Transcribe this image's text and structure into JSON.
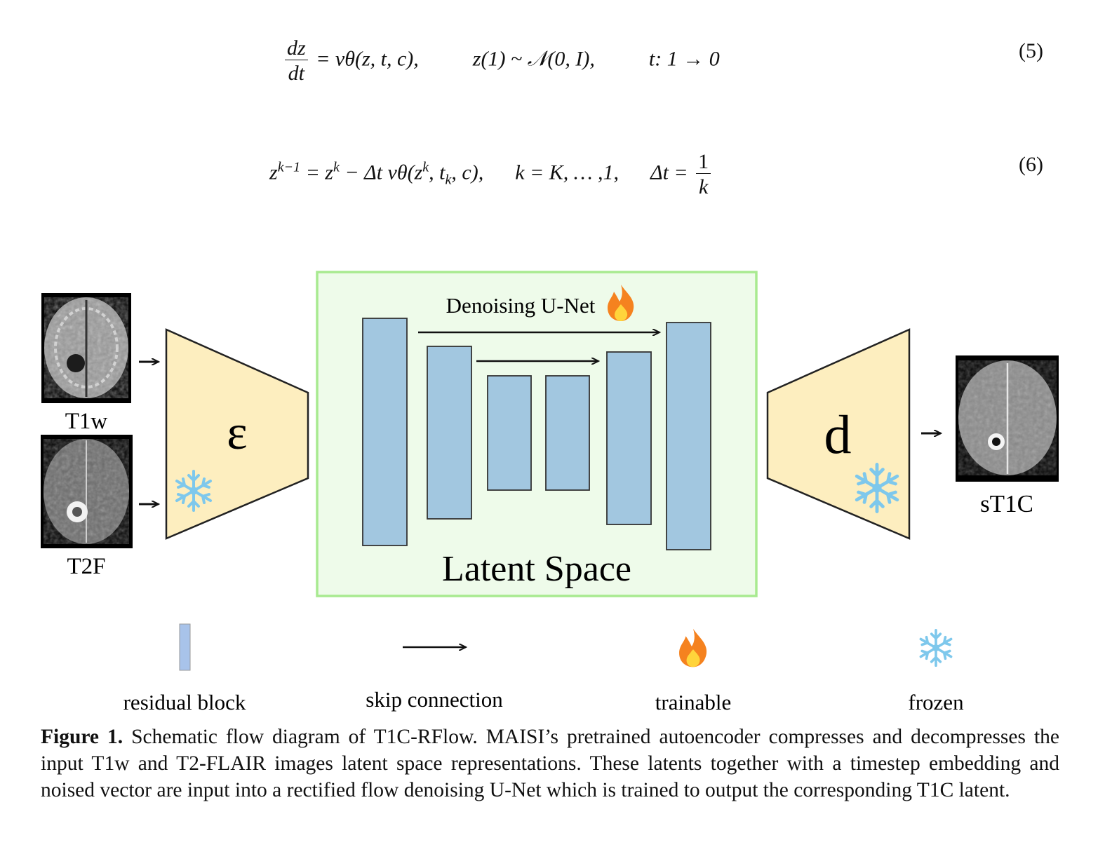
{
  "equations": {
    "eq5": {
      "frac_num": "dz",
      "frac_den": "dt",
      "rhs": "= vθ(z, t, c),",
      "init": "z(1) ~ 𝒩(0, I),",
      "time": "t: 1 → 0",
      "number": "(5)"
    },
    "eq6": {
      "lhs": "z",
      "lhs_sup": "k−1",
      "rhs_a": "= z",
      "rhs_a_sup": "k",
      "rhs_b": " − Δt vθ(z",
      "rhs_b_sup": "k",
      "rhs_c": ", t",
      "rhs_c_sub": "k",
      "rhs_d": ", c),",
      "range": "k = K, … ,1,",
      "dt": "Δt =",
      "frac_num": "1",
      "frac_den": "k",
      "number": "(6)"
    }
  },
  "diagram": {
    "inputs": [
      {
        "label": "T1w"
      },
      {
        "label": "T2F"
      }
    ],
    "encoder_symbol": "ε",
    "decoder_symbol": "d",
    "unet_label": "Denoising U-Net",
    "latent_label": "Latent Space",
    "output_label": "sT1C",
    "colors": {
      "latent_fill": "#eefbea",
      "latent_border": "#a8ea90",
      "block_fill": "#a2c7e0",
      "trapezoid_fill": "#fdeebf",
      "snowflake": "#7ec8ec",
      "flame": "#f5821f"
    },
    "legend": [
      {
        "label": "residual block"
      },
      {
        "label": "skip connection"
      },
      {
        "label": "trainable"
      },
      {
        "label": "frozen"
      }
    ]
  },
  "caption": {
    "lead": "Figure 1.",
    "text": " Schematic flow diagram of T1C-RFlow. MAISI’s pretrained autoencoder compresses and decompresses the input T1w and T2-FLAIR images latent space representations. These latents together with a timestep embedding and noised vector are input into a rectified flow denoising U-Net which is trained to output the corresponding T1C latent."
  }
}
